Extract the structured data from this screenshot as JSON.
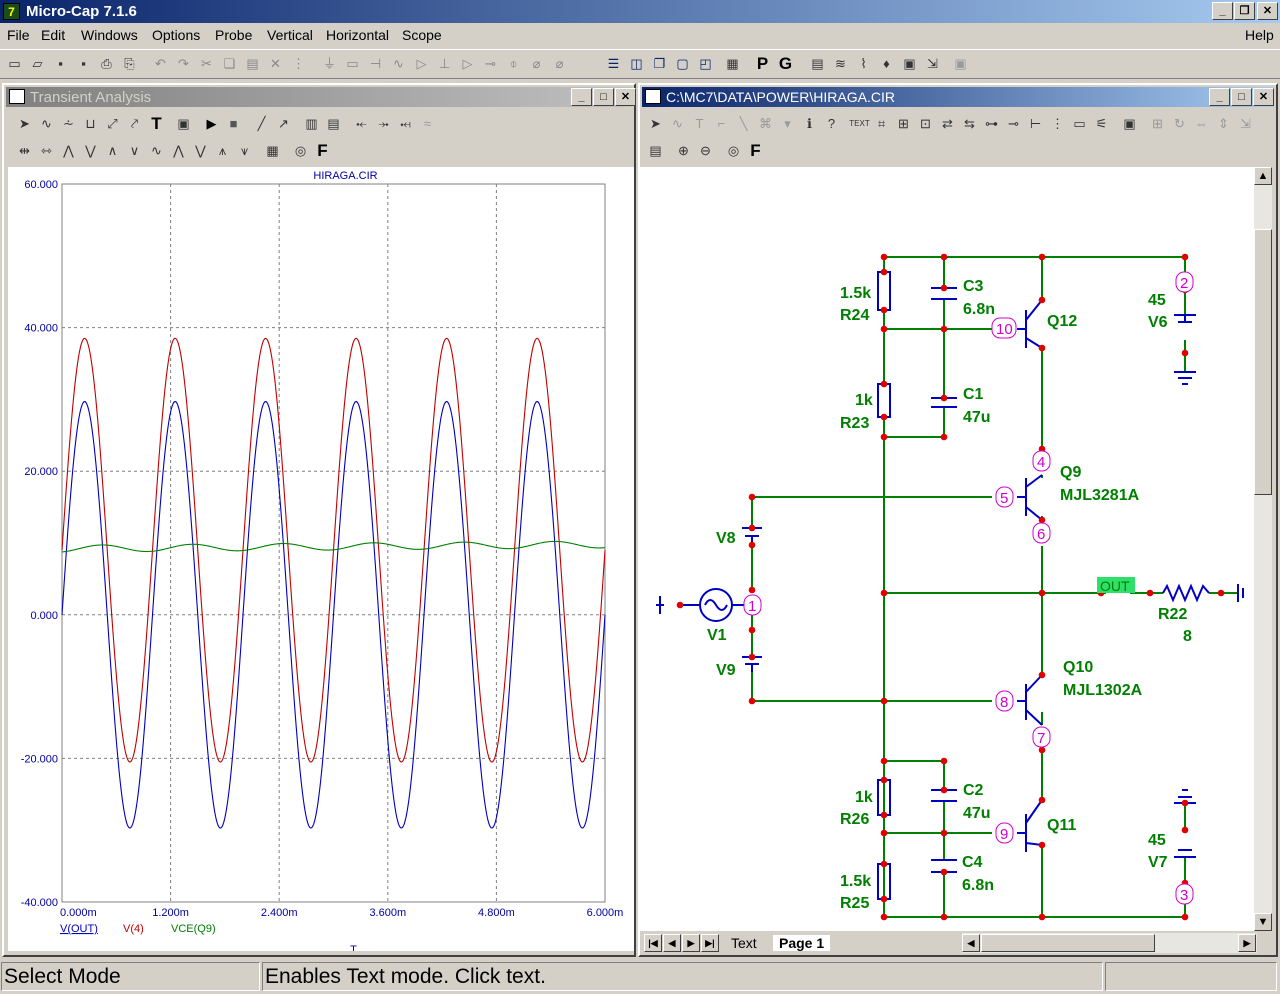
{
  "app": {
    "title": "Micro-Cap 7.1.6",
    "icon_text": "7"
  },
  "menu": {
    "items": [
      "File",
      "Edit",
      "Windows",
      "Options",
      "Probe",
      "Vertical",
      "Horizontal",
      "Scope"
    ],
    "help": "Help"
  },
  "transient": {
    "title": "Transient Analysis",
    "toolbar2_letter": "F",
    "toolbar1_letter": "T"
  },
  "schematic": {
    "title": "C:\\MC7\\DATA\\POWER\\HIRAGA.CIR",
    "toolbar_letter": "F",
    "tabs": [
      "Text",
      "Page 1"
    ],
    "labels": {
      "R24": [
        "1.5k",
        "R24"
      ],
      "C3": [
        "C3",
        "6.8n"
      ],
      "Q12": "Q12",
      "V6": [
        "45",
        "V6"
      ],
      "R23": [
        "1k",
        "R23"
      ],
      "C1": [
        "C1",
        "47u"
      ],
      "Q9": [
        "Q9",
        "MJL3281A"
      ],
      "V8": "V8",
      "V1": "V1",
      "V9": "V9",
      "OUT": "OUT",
      "R22": [
        "R22",
        "8"
      ],
      "Q10": [
        "Q10",
        "MJL1302A"
      ],
      "R26": [
        "1k",
        "R26"
      ],
      "C2": [
        "C2",
        "47u"
      ],
      "Q11": "Q11",
      "V7": [
        "45",
        "V7"
      ],
      "R25": [
        "1.5k",
        "R25"
      ],
      "C4": [
        "C4",
        "6.8n"
      ]
    },
    "nodes": [
      "1",
      "2",
      "3",
      "4",
      "5",
      "6",
      "7",
      "8",
      "9",
      "10"
    ]
  },
  "chart_data": {
    "type": "line",
    "title": "HIRAGA.CIR",
    "xlabel": "T",
    "xlim": [
      0,
      0.006
    ],
    "ylim": [
      -40,
      60
    ],
    "xticks": [
      "0.000m",
      "1.200m",
      "2.400m",
      "3.600m",
      "4.800m",
      "6.000m"
    ],
    "yticks": [
      "60.000",
      "40.000",
      "20.000",
      "0.000",
      "-20.000",
      "-40.000"
    ],
    "grid": true,
    "frequency_hz": 1000,
    "series": [
      {
        "name": "V(OUT)",
        "color": "#0000c0",
        "offset": 0,
        "amplitude": 29.7,
        "ripple": 0
      },
      {
        "name": "V(4)",
        "color": "#c00000",
        "offset": 9,
        "amplitude": 29.5,
        "ripple": 0
      },
      {
        "name": "VCE(Q9)",
        "color": "#008000",
        "offset": 9.2,
        "amplitude": 0.5,
        "ripple": 0.6
      }
    ]
  },
  "status": {
    "mode": "Select Mode",
    "hint": "Enables Text mode. Click text."
  },
  "colors": {
    "schematic_wire": "#008000",
    "component": "#0000c0",
    "node": "#d000d0",
    "dot": "#e00000"
  }
}
